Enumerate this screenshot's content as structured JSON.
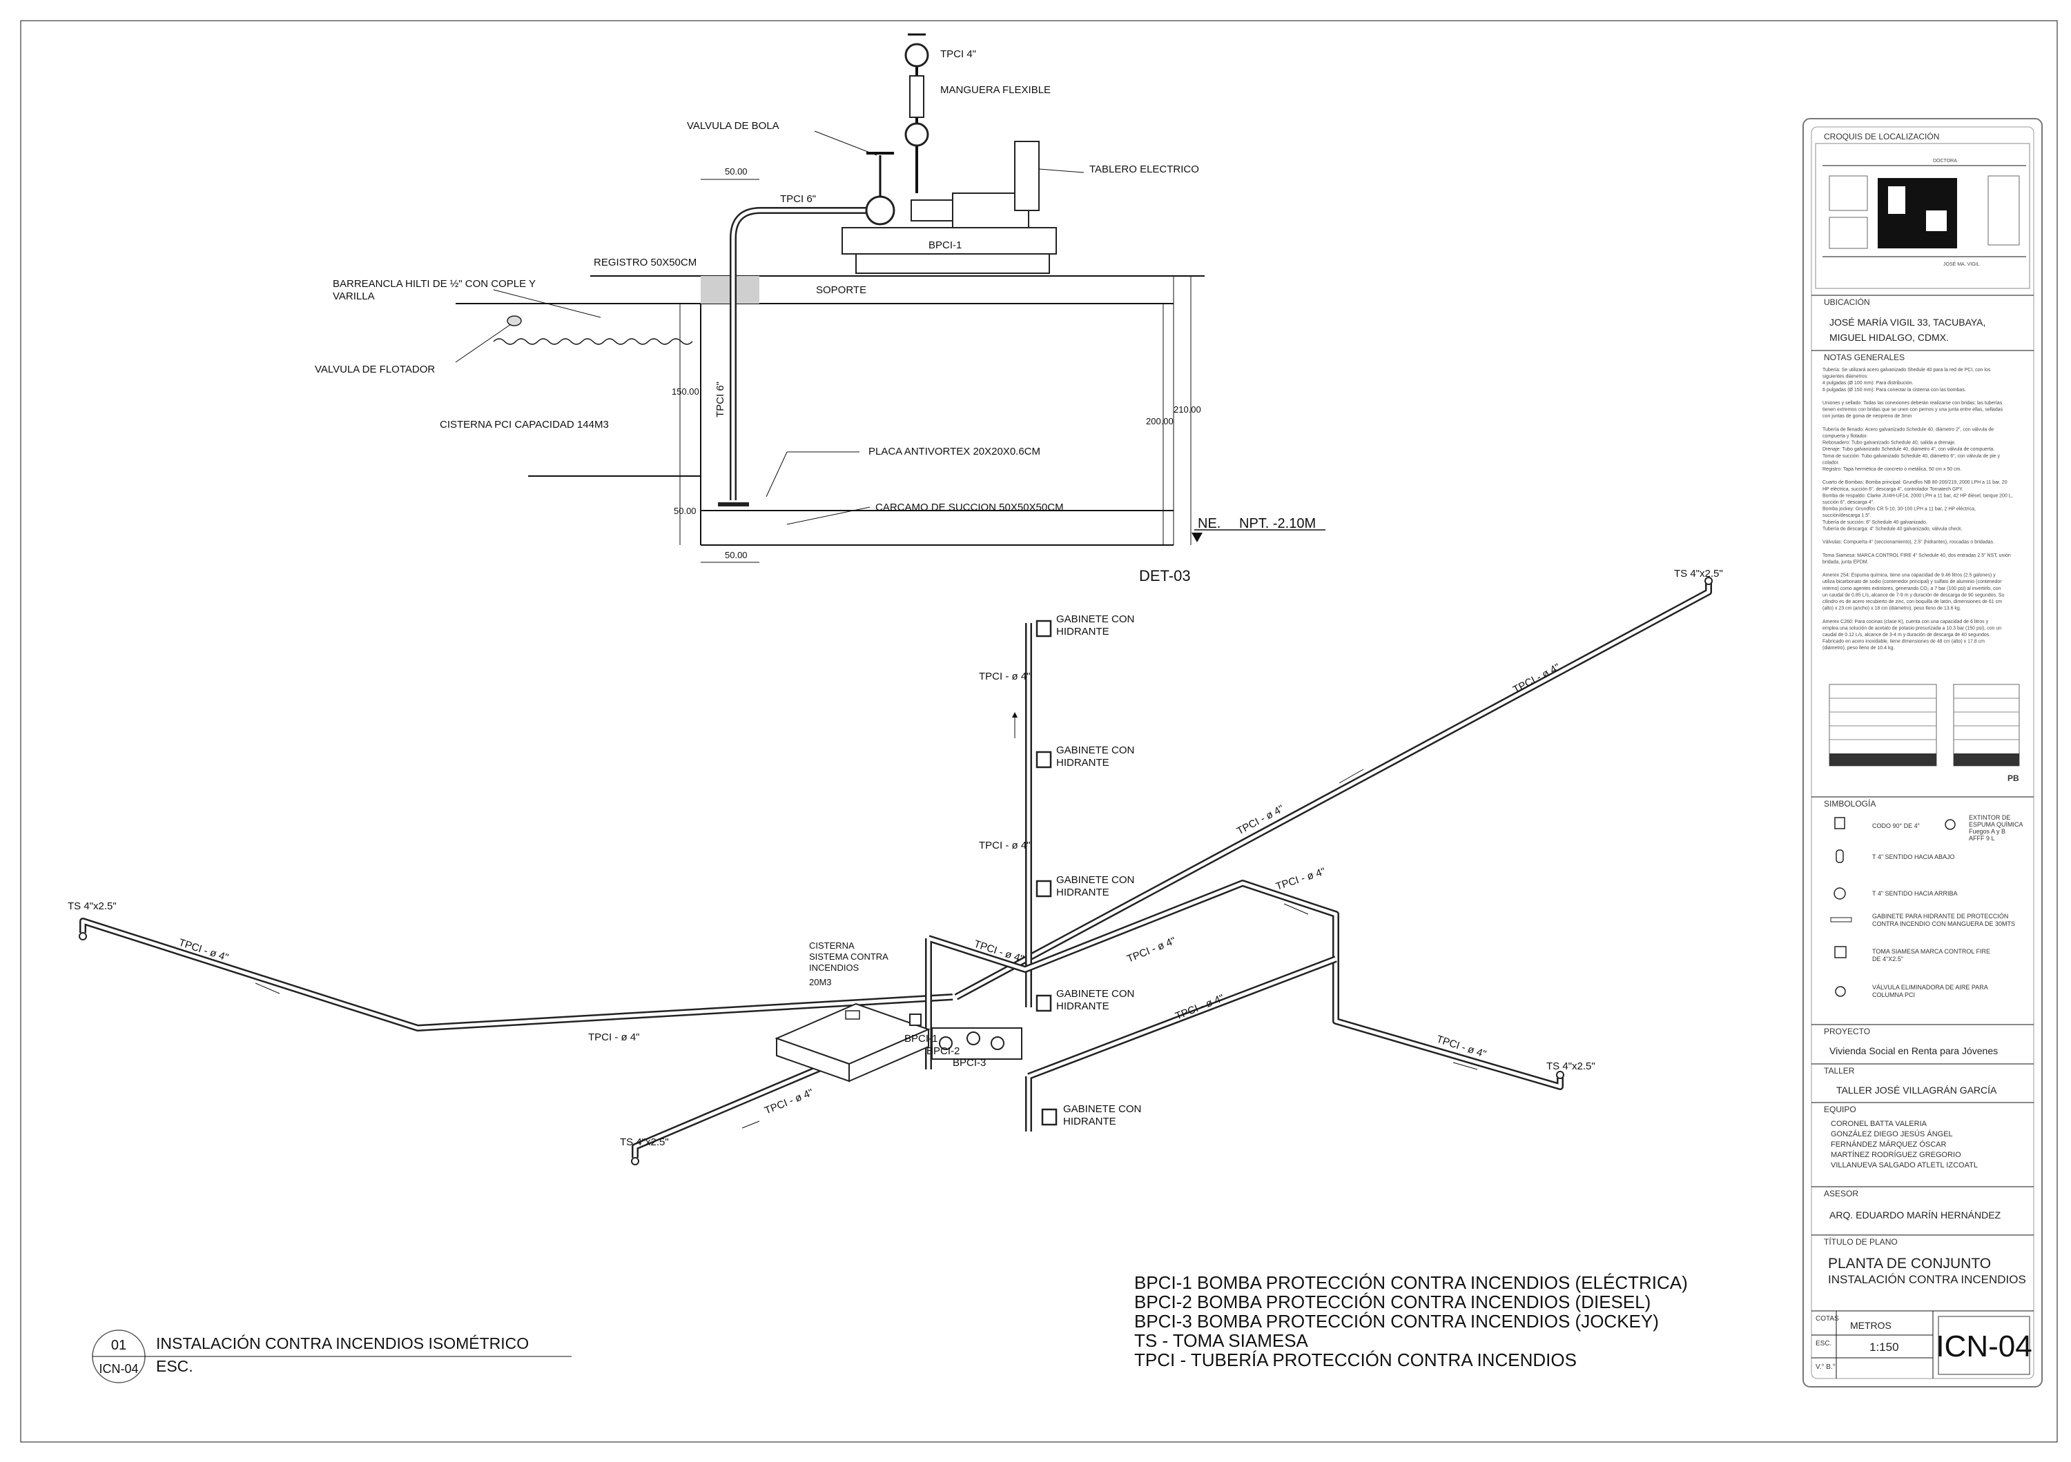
{
  "detail": {
    "labels": {
      "tpci4": "TPCI 4\"",
      "manguera": "MANGUERA FLEXIBLE",
      "valvula_bola": "VALVULA DE BOLA",
      "tablero": "TABLERO ELECTRICO",
      "tpci6": "TPCI 6\"",
      "bpci1": "BPCI-1",
      "registro": "REGISTRO 50X50CM",
      "barreancla_1": "BARREANCLA HILTI DE ½\" CON COPLE Y",
      "barreancla_2": "VARILLA",
      "soporte": "SOPORTE",
      "valvula_flotador": "VALVULA DE FLOTADOR",
      "cisterna": "CISTERNA PCI CAPACIDAD 144M3",
      "tpci6_vertical": "TPCI 6\"",
      "placa": "PLACA ANTIVORTEX 20X20X0.6CM",
      "carcamo": "CARCAMO DE SUCCION 50X50X50CM",
      "ne": "NE.",
      "npt": "NPT. -2.10M",
      "det": "DET-03"
    },
    "dims": {
      "top": "50.00",
      "left_150": "150.00",
      "left_50": "50.00",
      "bottom": "50.00",
      "right_210": "210.00",
      "right_200": "200.00"
    }
  },
  "iso": {
    "ts_labels": [
      "TS 4\"x2.5\"",
      "TS 4\"x2.5\"",
      "TS 4\"x2.5\"",
      "TS 4\"x2.5\""
    ],
    "tpci_label": "TPCI - ø 4\"",
    "gabinete_1": "GABINETE CON",
    "gabinete_2": "HIDRANTE",
    "cisterna_1": "CISTERNA",
    "cisterna_2": "SISTEMA CONTRA",
    "cisterna_3": "INCENDIOS",
    "cisterna_4": "20M3",
    "bpci": [
      "BPCI-1",
      "BPCI-2",
      "BPCI-3"
    ]
  },
  "legend": [
    "BPCI-1 BOMBA PROTECCIÓN CONTRA INCENDIOS (ELÉCTRICA)",
    "BPCI-2 BOMBA PROTECCIÓN CONTRA INCENDIOS (DIESEL)",
    "BPCI-3 BOMBA PROTECCIÓN CONTRA INCENDIOS (JOCKEY)",
    "TS - TOMA SIAMESA",
    "TPCI - TUBERÍA PROTECCIÓN CONTRA INCENDIOS"
  ],
  "drawing_title": {
    "number": "01",
    "sheet": "ICN-04",
    "title": "INSTALACIÓN CONTRA INCENDIOS ISOMÉTRICO",
    "scale": "ESC."
  },
  "title_block": {
    "croquis": "CROQUIS DE LOCALIZACIÓN",
    "street_top": "DOCTORA",
    "street_bottom": "JOSÉ MA. VIGIL",
    "ubicacion_h": "UBICACIÓN",
    "ubicacion_1": "JOSÉ MARÍA VIGIL 33, TACUBAYA,",
    "ubicacion_2": "MIGUEL HIDALGO, CDMX.",
    "notas_h": "NOTAS GENERALES",
    "notas_lines": [
      "Tubería: Se utilizará acero galvanizado Shedule 40 para la red de PCI, con los",
      "siguientes diámetros:",
      "4 pulgadas (Ø 100 mm): Para distribución.",
      "6 pulgadas (Ø 150 mm): Para conectar la cisterna con las bombas.",
      "",
      "Uniones y sellado: Todas las conexiones deberán realizarse con bridas; las tuberías",
      "tienen extremos con bridas que se unen con pernos y una junta entre ellas, selladas",
      "con juntas de goma de neopreno de 3mm",
      "",
      "Tubería de llenado: Acero galvanizado Schedule 40, diámetro 2\", con válvula de",
      "compuerta y flotador.",
      "Rebosadero: Tubo galvanizado Schedule 40, salida a drenaje.",
      "Drenaje: Tubo galvanizado Schedule 40, diámetro 4\", con válvula de compuerta.",
      "Toma de succión: Tubo galvanizado Schedule 40, diámetro 6\", con válvula de pie y",
      "colador.",
      "Registro: Tapa hermética de concreto o metálica, 50 cm x 50 cm.",
      "",
      "Cuarto de Bombas: Bomba principal: Grundfos NB 80-200/219, 2000 LPH a 11 bar, 20",
      "HP eléctrica, succión 6\", descarga 4\", controlador Tornatech GPY.",
      "Bomba de respaldo: Clarke JU4H-UF14, 2000 LPH a 11 bar, 42 HP diésel, tanque 200 L,",
      "succión 6\", descarga 4\".",
      "Bomba jockey: Grundfos CR 5-10, 30-100 LPH a 11 bar, 2 HP eléctrica,",
      "succión/descarga 1.5\".",
      "Tubería de succión: 6\" Schedule 40 galvanizado.",
      "Tubería de descarga: 4\" Schedule 40 galvanizado, válvula check.",
      "",
      "Válvulas: Compuerta 4\" (seccionamiento), 2.5\" (hidrantes), roscadas o bridadas.",
      "",
      "Toma Siamesa: MARCA CONTROL FIRE 4\" Schedule 40, dos entradas 2.5\" NST, unión",
      "bridada, junta EPDM.",
      "",
      "Amerex 254: Espuma química, tiene una capacidad de 9.46 litros (2.5 galones) y",
      "utiliza bicarbonato de sodio (contenedor principal) y sulfato de aluminio (contenedor",
      "interno) como agentes extintores, generando CO₂ a 7 bar (100 psi) al invertirlo, con",
      "un caudal de 0.85 L/s, alcance de 7-9 m y duración de descarga de 90 segundos. Su",
      "cilindro es de acero recubierto de zinc, con boquilla de latón, dimensiones de 61 cm",
      "(alto) x 23 cm (ancho) x 18 cm (diámetro), peso lleno de 13.6 kg.",
      "",
      "Amerex C260: Para cocinas (clase K), cuenta con una capacidad de 6 litros y",
      "emplea una solución de acetato de potasio presurizada a 10.3 bar (150 psi), con un",
      "caudal de 0.12 L/s, alcance de 3-4 m y duración de descarga de 40 segundos.",
      "Fabricado en acero inoxidable, tiene dimensiones de 48 cm (alto) x 17.8 cm",
      "(diámetro), peso lleno de 10.4 kg."
    ],
    "pb": "PB",
    "simbologia_h": "SIMBOLOGÍA",
    "sym_1": "CODO 90° DE 4\"",
    "sym_ext_1": "EXTINTOR DE",
    "sym_ext_2": "ESPUMA QUÍMICA",
    "sym_ext_3": "Fuegos A y B",
    "sym_ext_4": "AFFF 9 L",
    "sym_2": "T 4\" SENTIDO HACIA ABAJO",
    "sym_3": "T 4\" SENTIDO HACIA ARRIBA",
    "sym_4a": "GABINETE PARA HIDRANTE DE PROTECCIÓN",
    "sym_4b": "CONTRA INCENDIO CON MANGUERA DE 30MTS",
    "sym_5a": "TOMA SIAMESA MARCA CONTROL FIRE",
    "sym_5b": "DE 4\"X2.5\"",
    "sym_6a": "VÁLVULA ELIMINADORA DE AIRE PARA",
    "sym_6b": "COLUMNA PCI",
    "proyecto_h": "PROYECTO",
    "proyecto": "Vivienda Social en Renta para Jóvenes",
    "taller_h": "TALLER",
    "taller": "TALLER JOSÉ VILLAGRÁN GARCÍA",
    "equipo_h": "EQUIPO",
    "equipo": [
      "CORONEL BATTA VALERIA",
      "GONZÁLEZ DIEGO JESÚS ÁNGEL",
      "FERNÁNDEZ MÁRQUEZ ÓSCAR",
      "MARTÍNEZ RODRÍGUEZ GREGORIO",
      "VILLANUEVA SALGADO ATLETL IZCOATL"
    ],
    "asesor_h": "ASESOR",
    "asesor": "ARQ. EDUARDO MARÍN HERNÁNDEZ",
    "titulo_h": "TÍTULO DE PLANO",
    "titulo_1": "PLANTA DE CONJUNTO",
    "titulo_2": "INSTALACIÓN CONTRA INCENDIOS",
    "cotas_h": "COTAS",
    "cotas": "METROS",
    "esc_h": "ESC.",
    "esc": "1:150",
    "vb_h": "V.° B.°",
    "sheet": "ICN-04"
  }
}
